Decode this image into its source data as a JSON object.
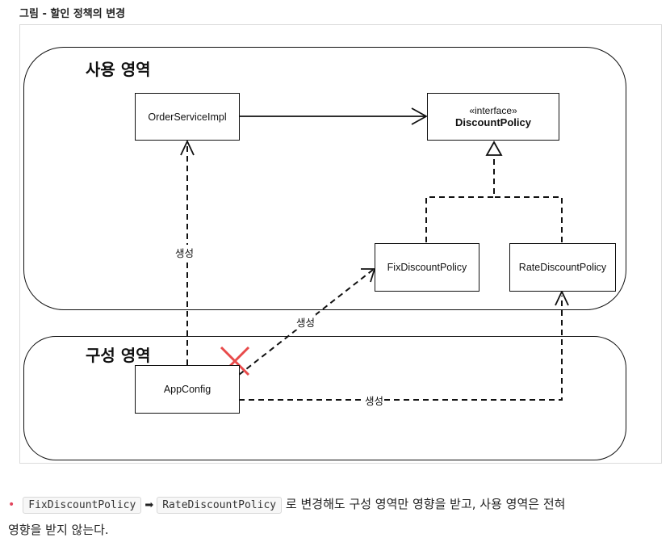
{
  "caption": "그림 - 할인 정책의 변경",
  "zones": {
    "usage_title": "사용 영역",
    "config_title": "구성 영역"
  },
  "boxes": {
    "order_service": "OrderServiceImpl",
    "discount_stereotype": "«interface»",
    "discount_name": "DiscountPolicy",
    "fix_policy": "FixDiscountPolicy",
    "rate_policy": "RateDiscountPolicy",
    "app_config": "AppConfig"
  },
  "edge_labels": {
    "create_order": "생성",
    "create_fix": "생성",
    "create_rate": "생성"
  },
  "note": {
    "code_from": "FixDiscountPolicy",
    "arrow": "➡",
    "code_to": "RateDiscountPolicy",
    "text_line1": "로 변경해도 구성 영역만 영향을 받고, 사용 영역은 전혀",
    "text_line2": "영향을 받지 않는다."
  },
  "colors": {
    "cross": "#e84a4a",
    "bullet": "#e2445c"
  }
}
